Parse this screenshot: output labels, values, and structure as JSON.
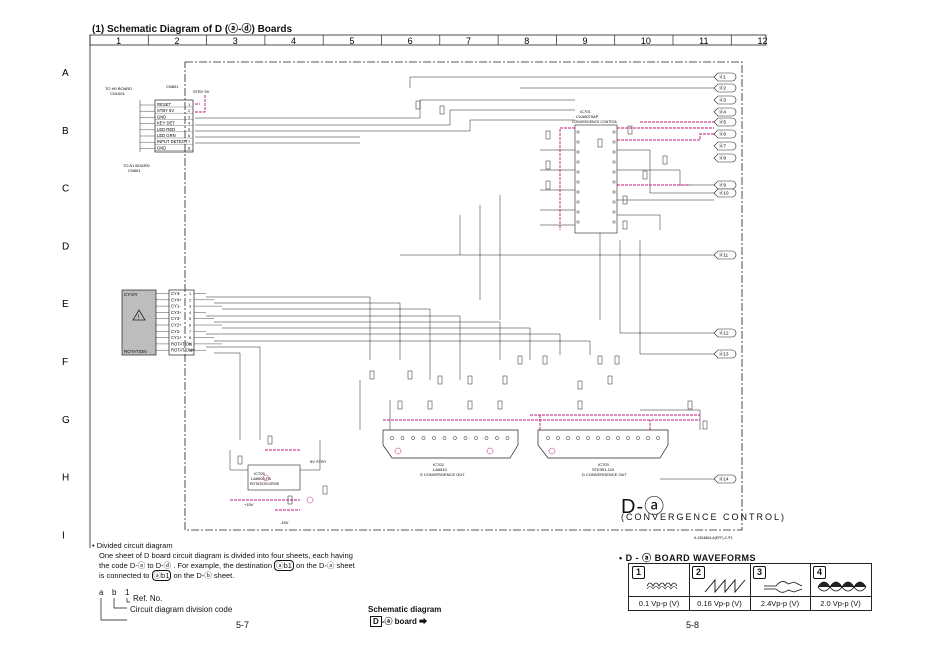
{
  "header": {
    "title": "(1)  Schematic Diagram of D (ⓐ-ⓓ) Boards"
  },
  "grid": {
    "columns": [
      "1",
      "2",
      "3",
      "4",
      "5",
      "6",
      "7",
      "8",
      "9",
      "10",
      "11",
      "12"
    ],
    "rows": [
      "A",
      "B",
      "C",
      "D",
      "E",
      "F",
      "G",
      "H",
      "I"
    ]
  },
  "connectors": {
    "cn801_title": "CN801",
    "to_h0_board": "TO H0 BOARD",
    "to_h0_cn": "CN1001",
    "to_a1_board": "TO A1 BOARD",
    "to_a1_cn": "CN801",
    "cn801_pins": [
      "RESET",
      "STBY 5V",
      "GND",
      "KEY DET",
      "LED RED",
      "LED GRN",
      "INPUT DETECT",
      "GND"
    ],
    "cn701_pins": [
      "CY4-",
      "CY4+",
      "CY1-",
      "CY3+",
      "CY3-",
      "CY2+",
      "CY2-",
      "CY1+",
      "ROTATION",
      "ROTATION+"
    ],
    "cy_label": "CY-DY",
    "rotation_label": "ROTATION",
    "stby_label": "STBY 5V"
  },
  "ics": {
    "ic701_name": "IC701",
    "ic701_part": "CXA8070AP",
    "ic701_func": "CONVERGENCE CONTROL",
    "ic702_name": "IC702",
    "ic702_part": "LA6510",
    "ic702_func": "S CONVERGENCE OUT",
    "ic703_name": "IC703",
    "ic703_part": "STK391-110",
    "ic703_func": "D CONVERGENCE OUT",
    "ic705_name": "IC705",
    "ic705_part": "LA6500-FA",
    "ic705_func": "ROTATION DRIVE",
    "supply_plus": "+15V",
    "supply_minus": "-15V",
    "stby_5v": "5V STBY"
  },
  "offpage": {
    "refs": [
      "ⓓ1",
      "ⓓ2",
      "ⓓ3",
      "ⓓ4",
      "ⓓ5",
      "ⓓ6",
      "ⓓ7",
      "ⓓ8",
      "ⓓ9",
      "ⓓ10",
      "ⓓ11",
      "ⓓ12",
      "ⓓ13",
      "ⓓ14"
    ]
  },
  "board_label": {
    "big": "D-ⓐ",
    "sub": "(CONVERGENCE CONTROL)"
  },
  "doc_code": "A-1524864-A(EFF)-2 /F1",
  "note": {
    "heading": "Divided circuit diagram",
    "body1": "One sheet of D board circuit diagram is divided into four sheets, each having the code D-ⓐ to D-ⓓ . For example, the destination",
    "ref_box": "ⓐb1",
    "body2": "on the D-ⓐ sheet is connected to",
    "ref_box2": "ⓐb1",
    "body3": "on the D-ⓑ sheet.",
    "legend_a": "a",
    "legend_b": "b",
    "legend_1": "1",
    "ref_no": "Ref. No.",
    "division_code": "Circuit diagram division code"
  },
  "footer": {
    "page_left": "5-7",
    "page_right": "5-8",
    "sd_title": "Schematic diagram",
    "sd_board": "D",
    "sd_sub": "-ⓐ board",
    "sd_arrow": "➡"
  },
  "waveforms": {
    "title": "• D - ⓐ  BOARD  WAVEFORMS",
    "items": [
      {
        "num": "1",
        "value": "0.1 Vp-p (V)"
      },
      {
        "num": "2",
        "value": "0.16 Vp-p (V)"
      },
      {
        "num": "3",
        "value": "2.4Vp-p (V)"
      },
      {
        "num": "4",
        "value": "2.0 Vp-p (V)"
      }
    ]
  },
  "colors": {
    "line": "#222222",
    "accent": "#c0187a",
    "hatch": "#999999"
  }
}
